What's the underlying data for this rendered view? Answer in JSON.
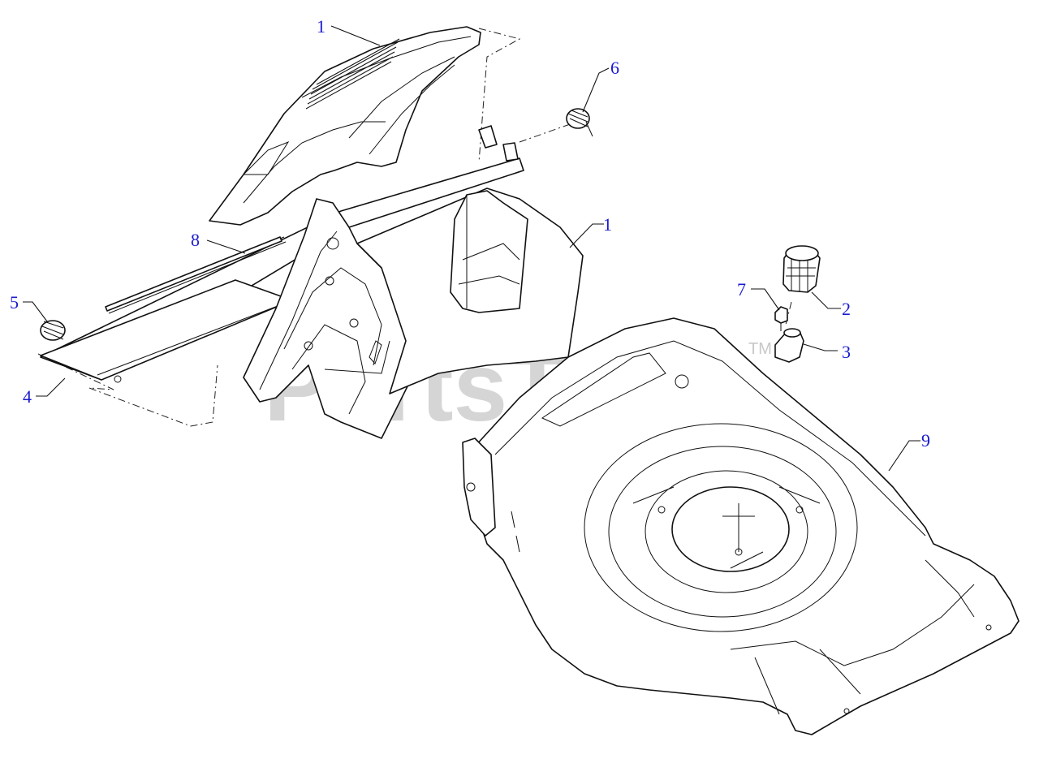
{
  "watermark": {
    "text": "PartsTree",
    "trademark": "TM"
  },
  "callouts": [
    {
      "id": "c1a",
      "label": "1",
      "part": "rear-flap-cover"
    },
    {
      "id": "c1b",
      "label": "1",
      "part": "rear-baffle"
    },
    {
      "id": "c2",
      "label": "2",
      "part": "height-adjust-knob"
    },
    {
      "id": "c3",
      "label": "3",
      "part": "adjuster-base"
    },
    {
      "id": "c4",
      "label": "4",
      "part": "hinge-plate"
    },
    {
      "id": "c5",
      "label": "5",
      "part": "torsion-spring-left"
    },
    {
      "id": "c6",
      "label": "6",
      "part": "torsion-spring-right"
    },
    {
      "id": "c7",
      "label": "7",
      "part": "screw"
    },
    {
      "id": "c8",
      "label": "8",
      "part": "hinge-rod"
    },
    {
      "id": "c9",
      "label": "9",
      "part": "mower-deck"
    }
  ],
  "colors": {
    "callout": "#1a1ad0",
    "line": "#111111",
    "watermark": "#c8c8c8"
  }
}
